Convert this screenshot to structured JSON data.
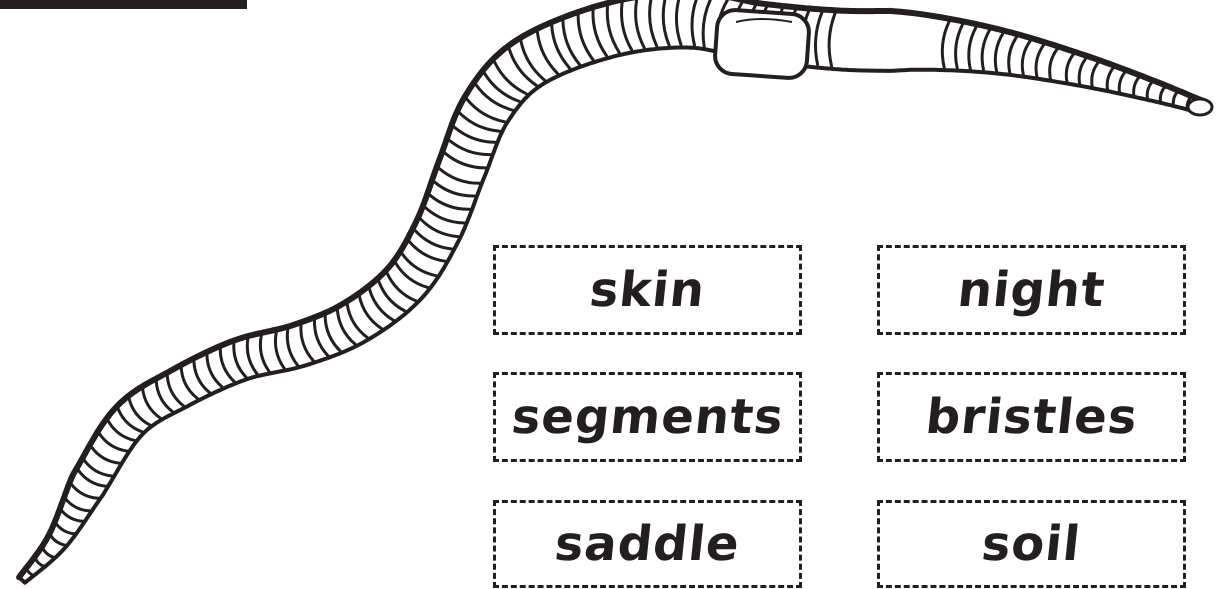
{
  "colors": {
    "ink": "#231f20",
    "paper": "#ffffff",
    "worm_fill": "#ffffff"
  },
  "illustration": {
    "icon": "earthworm-illustration"
  },
  "word_cards": [
    {
      "id": "skin",
      "label": "skin"
    },
    {
      "id": "night",
      "label": "night"
    },
    {
      "id": "segments",
      "label": "segments"
    },
    {
      "id": "bristles",
      "label": "bristles"
    },
    {
      "id": "saddle",
      "label": "saddle"
    },
    {
      "id": "soil",
      "label": "soil"
    }
  ]
}
